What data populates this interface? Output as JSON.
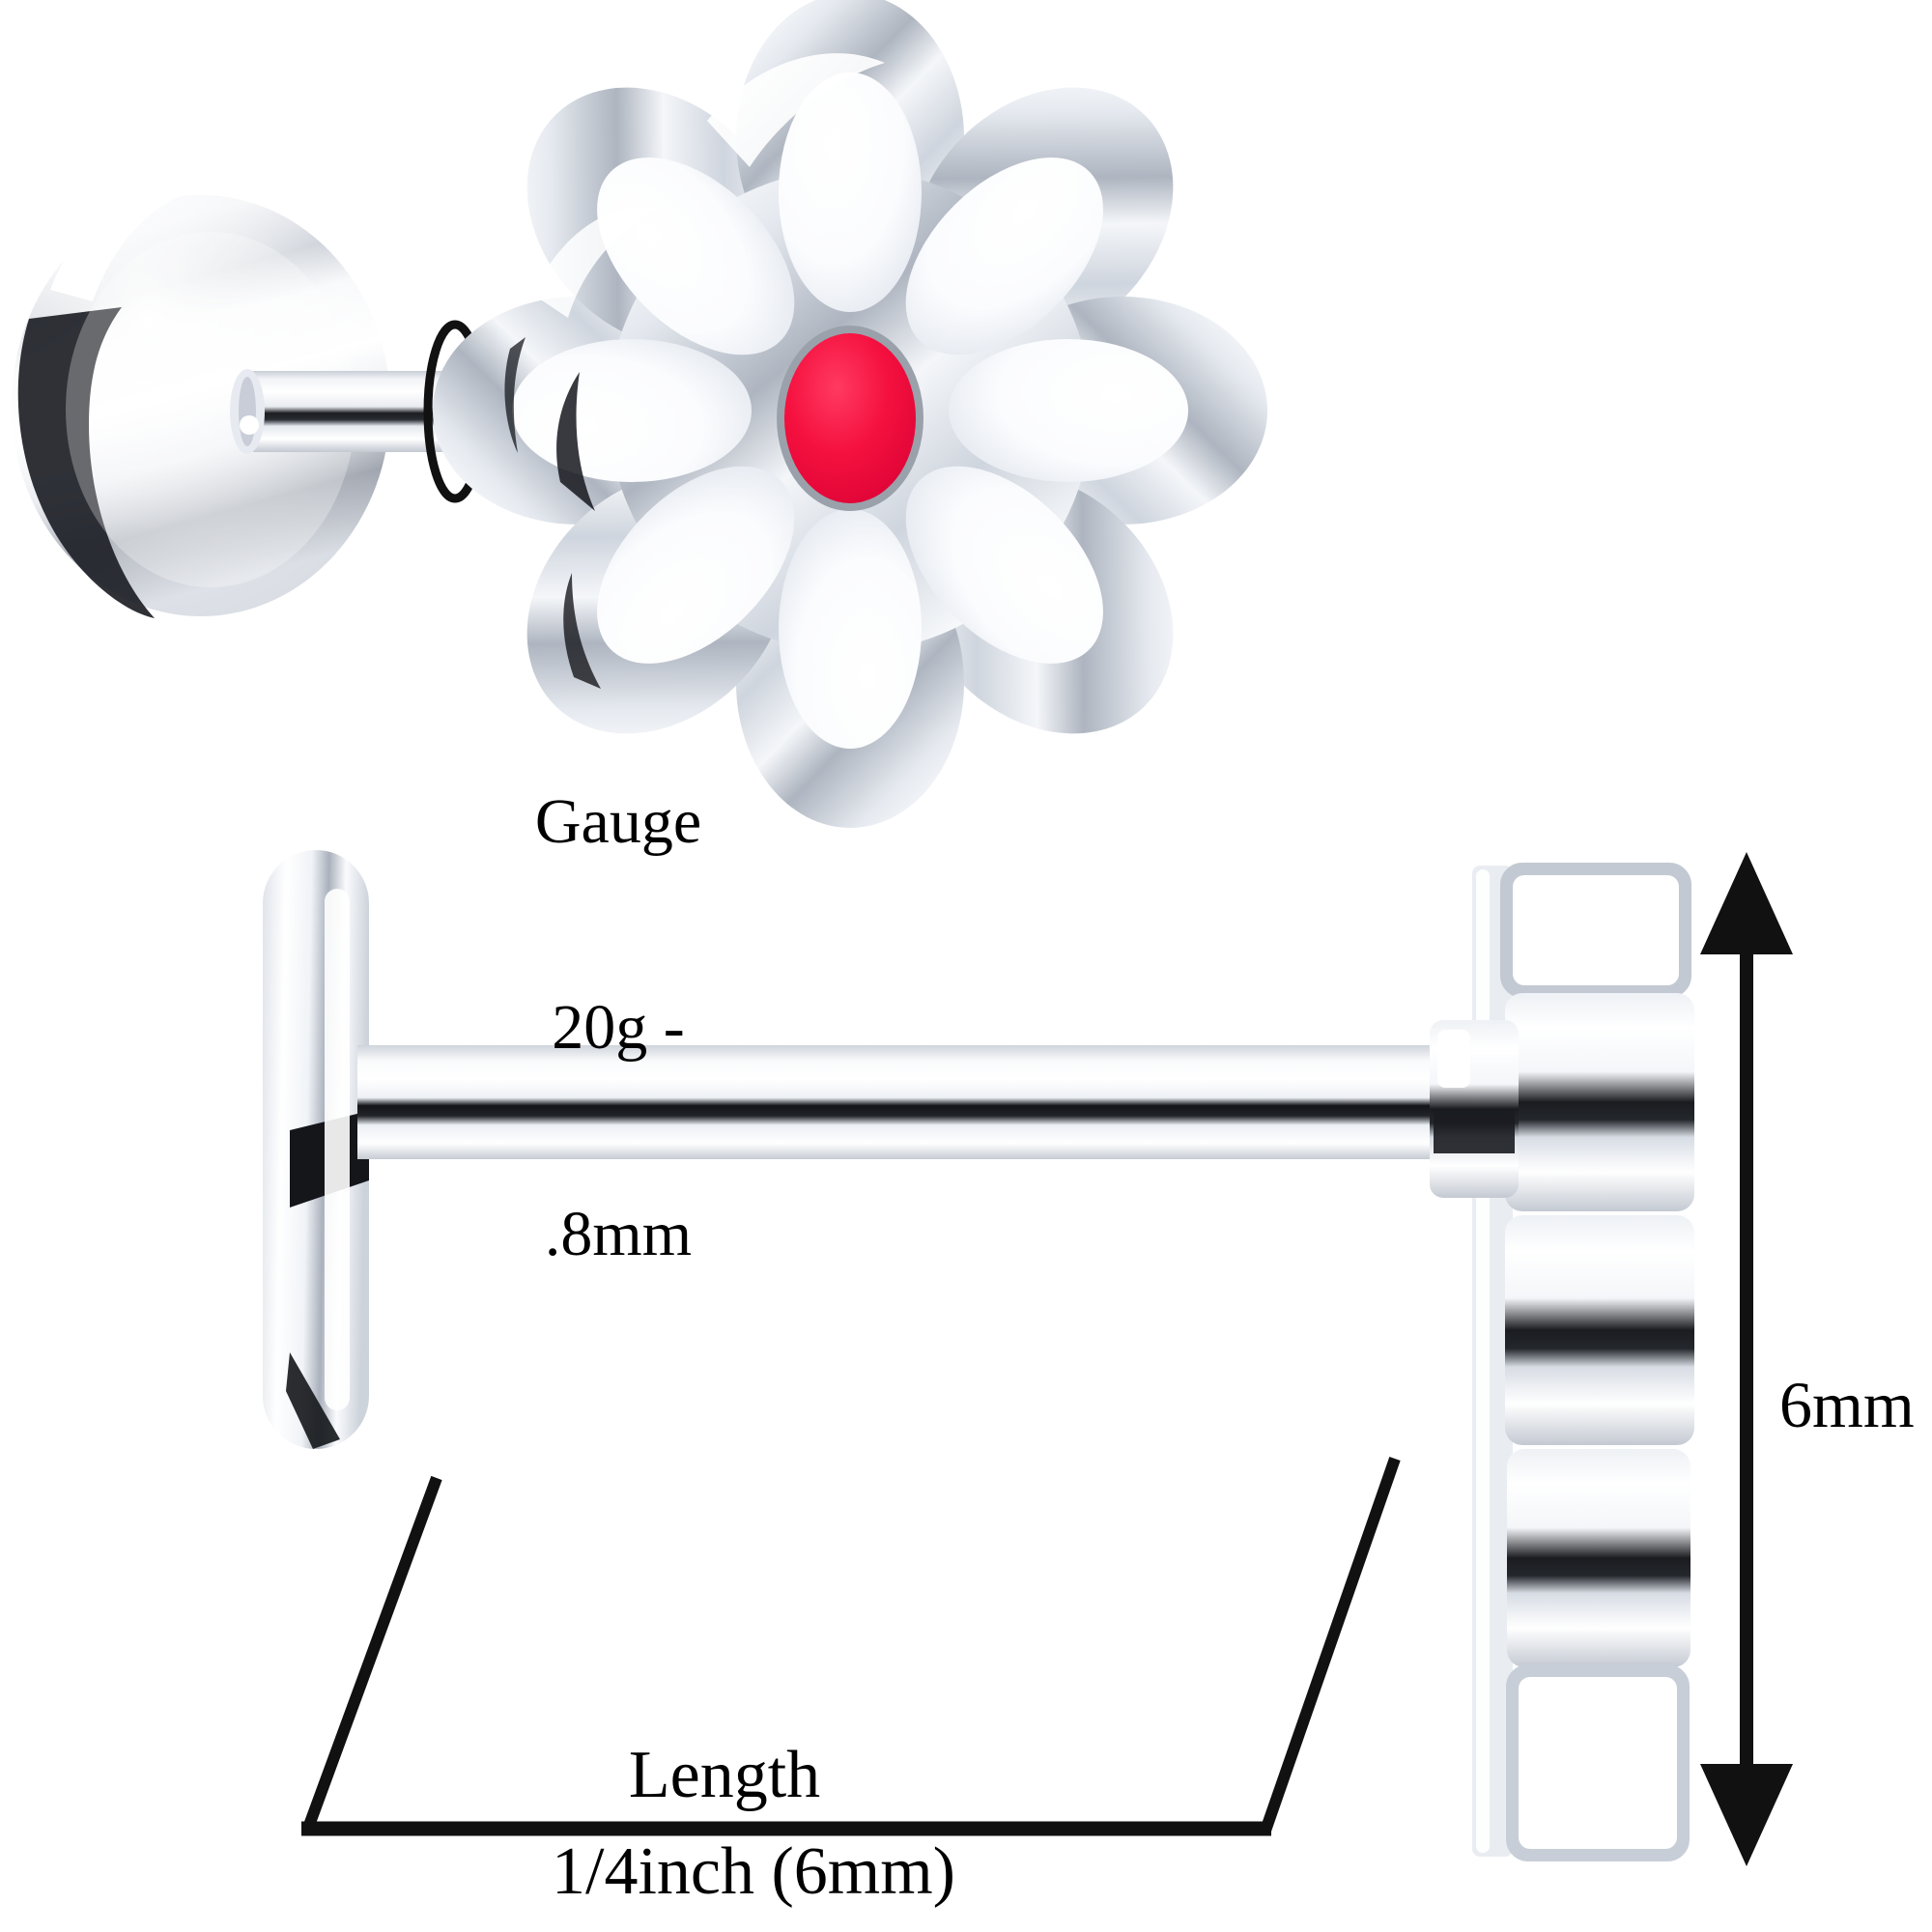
{
  "product": {
    "type": "flat-back-labret-stud",
    "motif": "daisy-flower",
    "material_finish": "polished-stainless-steel",
    "petal_count": 8,
    "colors": {
      "metal_light": "#fdfdfe",
      "metal_mid": "#c8ccd4",
      "metal_dark": "#6d727c",
      "metal_shadow": "#14161a",
      "enamel_white": "#ffffff",
      "enamel_white_shade": "#d8dde6",
      "center_red": "#f5113f",
      "center_red_dark": "#d2002f",
      "line_black": "#111111",
      "background": "#ffffff"
    }
  },
  "annotations": {
    "gauge": {
      "line1": "Gauge",
      "line2": "20g -",
      "line3": ".8mm",
      "full": "Gauge 20g - .8mm"
    },
    "height": {
      "value": "6mm"
    },
    "length": {
      "title": "Length",
      "value": "1/4inch (6mm)"
    }
  },
  "views": {
    "top": {
      "name": "front-three-quarter-view",
      "parts": [
        "flat-back-disc",
        "barbell-post",
        "daisy-flower-top"
      ]
    },
    "bottom": {
      "name": "side-profile-view",
      "parts": [
        "flat-back-disc-edge",
        "barbell-post",
        "daisy-flower-edge"
      ]
    }
  }
}
